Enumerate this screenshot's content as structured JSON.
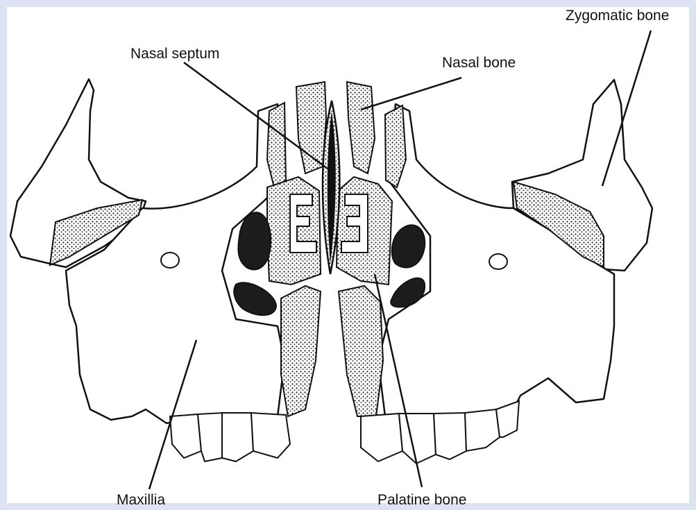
{
  "figure": {
    "background_color": "#dde3f3",
    "panel_color": "#ffffff",
    "line_color": "#111111",
    "bone_fill_color": "#ffffff",
    "cavity_fill_color": "#222222"
  },
  "labels": {
    "nasal_septum": "Nasal septum",
    "nasal_bone": "Nasal bone",
    "zygomatic_bone": "Zygomatic bone",
    "maxilla": "Maxillia",
    "palatine_bone": "Palatine bone"
  }
}
